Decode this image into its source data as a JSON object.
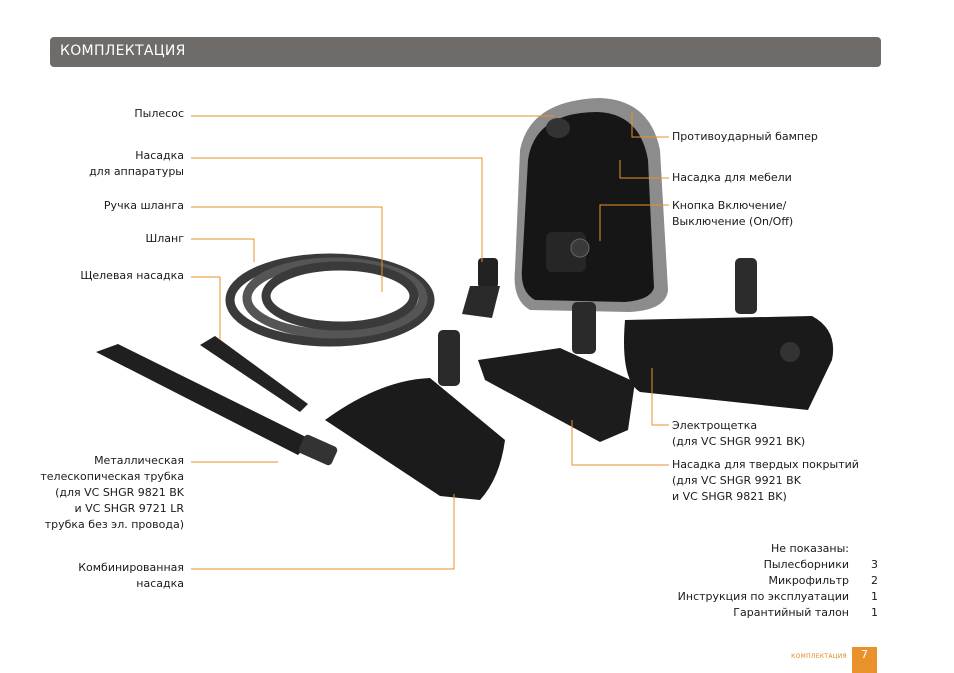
{
  "header": {
    "title": "КОМПЛЕКТАЦИЯ"
  },
  "colors": {
    "header_bg": "#6f6b68",
    "leader_line": "#e9922b",
    "accent": "#e9922b",
    "product": "#1c1c1c"
  },
  "labels_left": {
    "vacuum": "Пылесос",
    "nozzle_equipment": [
      "Насадка",
      "для аппаратуры"
    ],
    "hose_handle": "Ручка шланга",
    "hose": "Шланг",
    "crevice_nozzle": "Щелевая насадка",
    "telescopic_tube": [
      "Металлическая",
      "телескопическая трубка",
      "(для VC SHGR 9821 BK",
      "и VC SHGR 9721 LR",
      "трубка без эл. провода)"
    ],
    "combination_nozzle": [
      "Комбинированная",
      "насадка"
    ]
  },
  "labels_right": {
    "bumper": "Противоударный бампер",
    "furniture_nozzle": "Насадка для мебели",
    "power_button": [
      "Кнопка Включение/",
      "Выключение (On/Off)"
    ],
    "electro_brush": [
      "Электрощетка",
      "(для VC SHGR 9921 BK)"
    ],
    "hard_floor_nozzle": [
      "Насадка для твердых покрытий",
      "(для VC SHGR 9921 BK",
      "и VC SHGR 9821 BK)"
    ]
  },
  "not_shown": {
    "title": "Не показаны:",
    "items": [
      {
        "name": "Пылесборники",
        "qty": "3"
      },
      {
        "name": "Микрофильтр",
        "qty": "2"
      },
      {
        "name": "Инструкция по эксплуатации",
        "qty": "1"
      },
      {
        "name": "Гарантийный талон",
        "qty": "1"
      }
    ]
  },
  "footer": {
    "section": "КОМПЛЕКТАЦИЯ",
    "page": "7"
  }
}
